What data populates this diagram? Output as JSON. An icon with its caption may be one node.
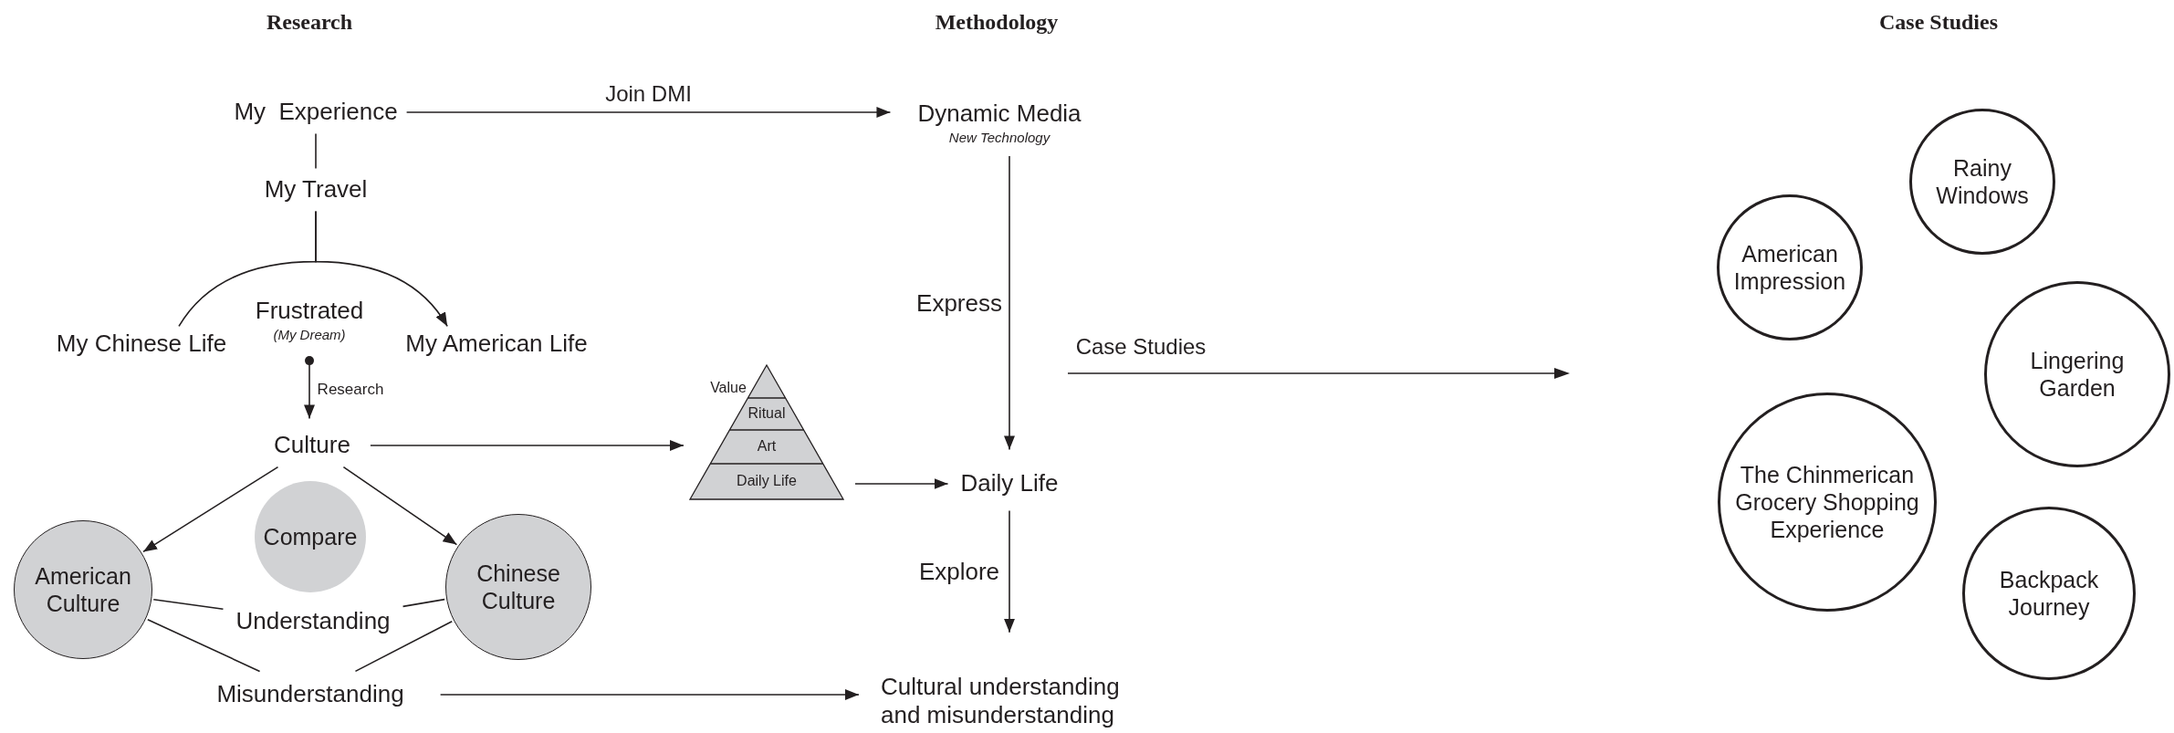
{
  "diagram": {
    "nodes": [
      {
        "text": [
          "My  Experience"
        ]
      },
      {
        "text": [
          "Dynamic Media"
        ],
        "beside": [
          "New Technology"
        ]
      },
      {
        "text": [
          "My Travel"
        ]
      },
      {
        "text": [
          "My Chinese Life"
        ]
      },
      {
        "text": [
          "Frustrated"
        ],
        "beside": [
          "(My Dream)"
        ]
      },
      {
        "text": [
          "My American Life"
        ]
      },
      {
        "text": [
          "Culture"
        ]
      },
      {
        "text": [
          "Value",
          "Ritual",
          "Art",
          "Daily Life"
        ]
      },
      {
        "text": [
          "Daily Life"
        ]
      },
      {
        "text": [
          "American Culture"
        ]
      },
      {
        "text": [
          "Compare"
        ]
      },
      {
        "text": [
          "Chinese Culture"
        ]
      },
      {
        "text": [
          "Understanding"
        ]
      },
      {
        "text": [
          "Misunderstanding"
        ]
      },
      {
        "text": [
          "Cultural understanding and misunderstanding"
        ]
      },
      {
        "text": [
          "Rainy Windows"
        ]
      },
      {
        "text": [
          "American Impression"
        ]
      },
      {
        "text": [
          "Lingering Garden"
        ]
      },
      {
        "text": [
          "The Chinmerican Grocery Shopping Experience"
        ]
      },
      {
        "text": [
          "Backpack Journey"
        ]
      }
    ],
    "edges": [
      {
        "from": 0,
        "to": 1,
        "arrow": "to",
        "label": "Join DMI"
      },
      {
        "from": 0,
        "to": 2,
        "arrow": "none"
      },
      {
        "from": 2,
        "to": 3,
        "arrow": "none"
      },
      {
        "from": 2,
        "to": 5,
        "arrow": "to"
      },
      {
        "from": 4,
        "to": 6,
        "arrow": "to",
        "label": "Research"
      },
      {
        "from": 6,
        "to": 7,
        "arrow": "to"
      },
      {
        "from": 1,
        "to": 8,
        "arrow": "to",
        "label": "Express"
      },
      {
        "from": 7,
        "to": 8,
        "arrow": "to"
      },
      {
        "from": 8,
        "to": 14,
        "arrow": "to",
        "label": "Explore"
      },
      {
        "from": 6,
        "to": 9,
        "arrow": "to"
      },
      {
        "from": 6,
        "to": 11,
        "arrow": "to"
      },
      {
        "from": 9,
        "to": 12,
        "arrow": "none"
      },
      {
        "from": 11,
        "to": 12,
        "arrow": "none"
      },
      {
        "from": 9,
        "to": 13,
        "arrow": "none"
      },
      {
        "from": 11,
        "to": 13,
        "arrow": "none"
      },
      {
        "from": 13,
        "to": 14,
        "arrow": "to"
      }
    ],
    "labels": [
      "Research",
      "Methodology",
      "Case Studies",
      "Case Studies"
    ]
  }
}
